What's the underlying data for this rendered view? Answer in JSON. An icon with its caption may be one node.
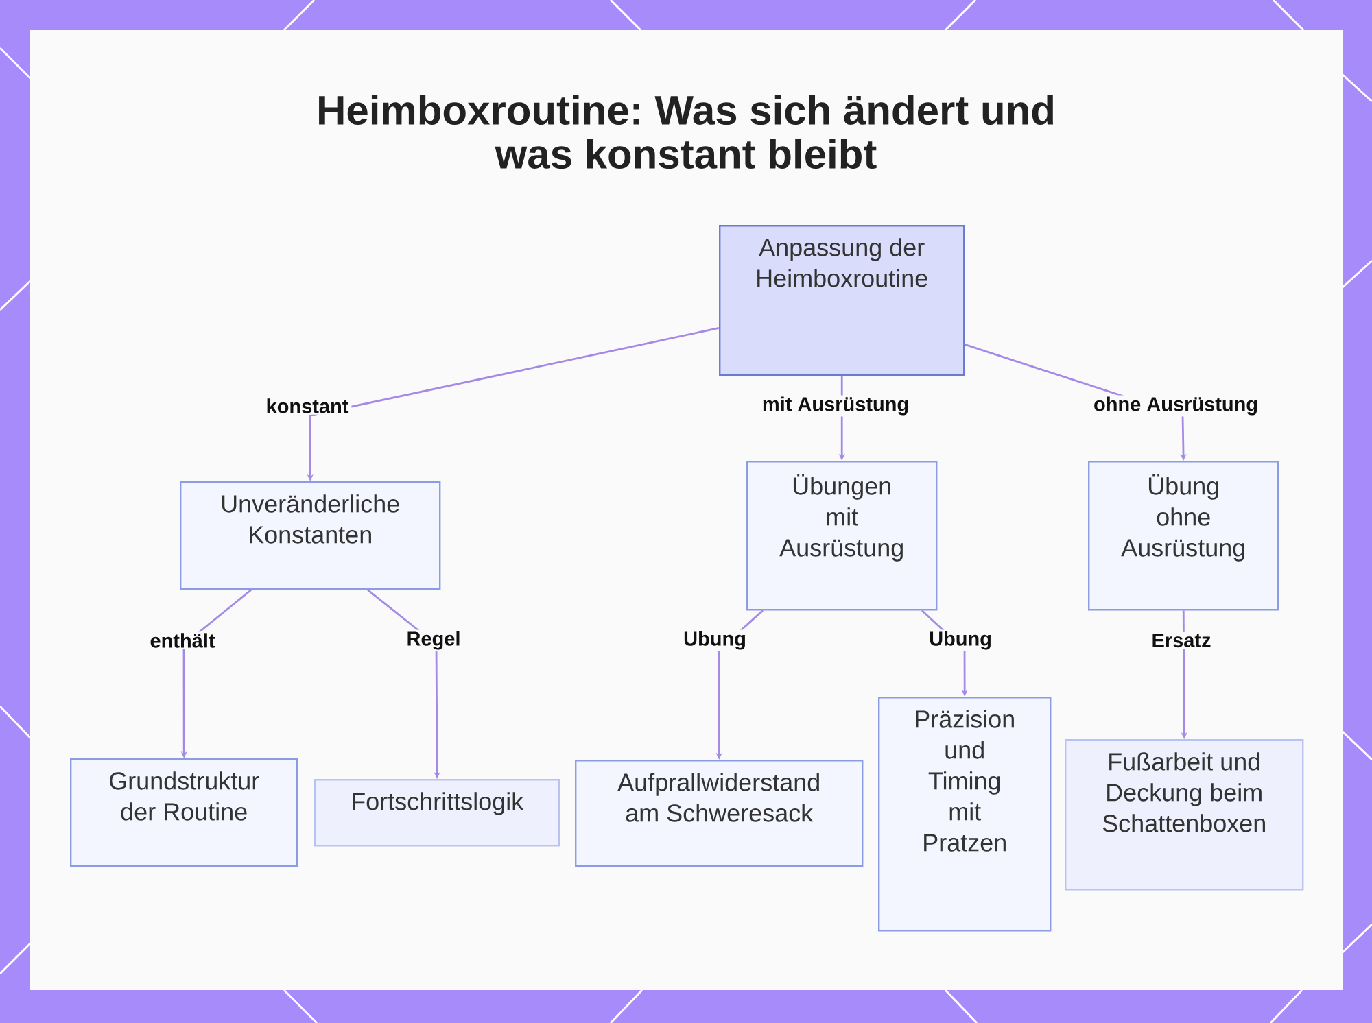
{
  "diagram": {
    "title": "Heimboxroutine: Was sich ändert und was konstant bleibt",
    "nodes": [
      {
        "text": [
          "Anpassung der Heimboxroutine"
        ]
      },
      {
        "text": [
          "Unveränderliche Konstanten"
        ]
      },
      {
        "text": [
          "Übungen mit Ausrüstung"
        ]
      },
      {
        "text": [
          "Übung ohne Ausrüstung"
        ]
      },
      {
        "text": [
          "Grundstruktur der Routine"
        ]
      },
      {
        "text": [
          "Fortschrittslogik"
        ]
      },
      {
        "text": [
          "Aufprallwiderstand am Schweresack"
        ]
      },
      {
        "text": [
          "Präzision und Timing mit Pratzen"
        ]
      },
      {
        "text": [
          "Fußarbeit und Deckung beim Schattenboxen"
        ]
      }
    ],
    "edges": [
      {
        "from": 0,
        "to": 1,
        "arrow": "to",
        "label": "konstant"
      },
      {
        "from": 0,
        "to": 2,
        "arrow": "to",
        "label": "mit Ausrüstung"
      },
      {
        "from": 0,
        "to": 3,
        "arrow": "to",
        "label": "ohne Ausrüstung"
      },
      {
        "from": 1,
        "to": 4,
        "arrow": "to",
        "label": "enthält"
      },
      {
        "from": 1,
        "to": 5,
        "arrow": "to",
        "label": "Regel"
      },
      {
        "from": 2,
        "to": 6,
        "arrow": "to",
        "label": "Ubung"
      },
      {
        "from": 2,
        "to": 7,
        "arrow": "to",
        "label": "Ubung"
      },
      {
        "from": 3,
        "to": 8,
        "arrow": "to",
        "label": "Ersatz"
      }
    ]
  }
}
